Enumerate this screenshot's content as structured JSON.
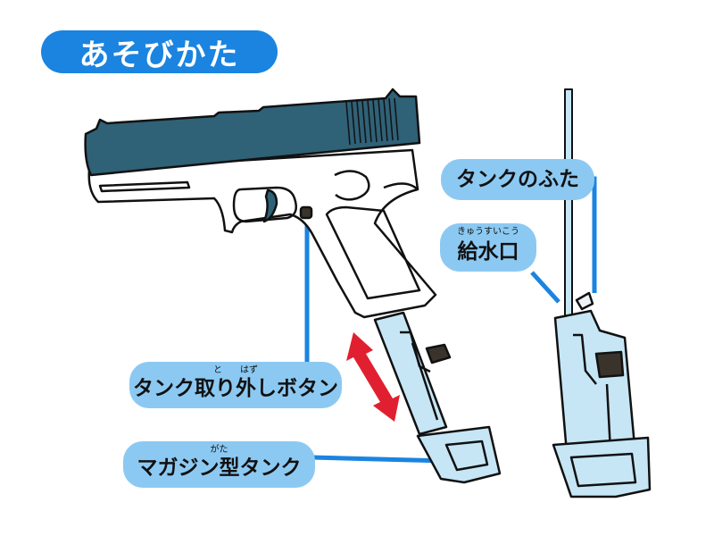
{
  "title": "あそびかた",
  "labels": {
    "release_button": {
      "text": "タンク取り外しボタン",
      "ruby": "と　　はず"
    },
    "magazine_tank": {
      "text": "マガジン型タンク",
      "ruby": "がた"
    },
    "tank_lid": {
      "text": "タンクのふた"
    },
    "water_port": {
      "text": "給水口",
      "ruby": "きゅうすいこう"
    }
  },
  "colors": {
    "title_bg": "#1a84e0",
    "label_bg": "#8cc9f2",
    "leader_line": "#1a84e0",
    "slide": "#2f6177",
    "tank": "#c6e6f6",
    "arrow": "#e02030",
    "button": "#3a332c"
  },
  "icons": {
    "arrow": "double-arrow-up-down"
  }
}
